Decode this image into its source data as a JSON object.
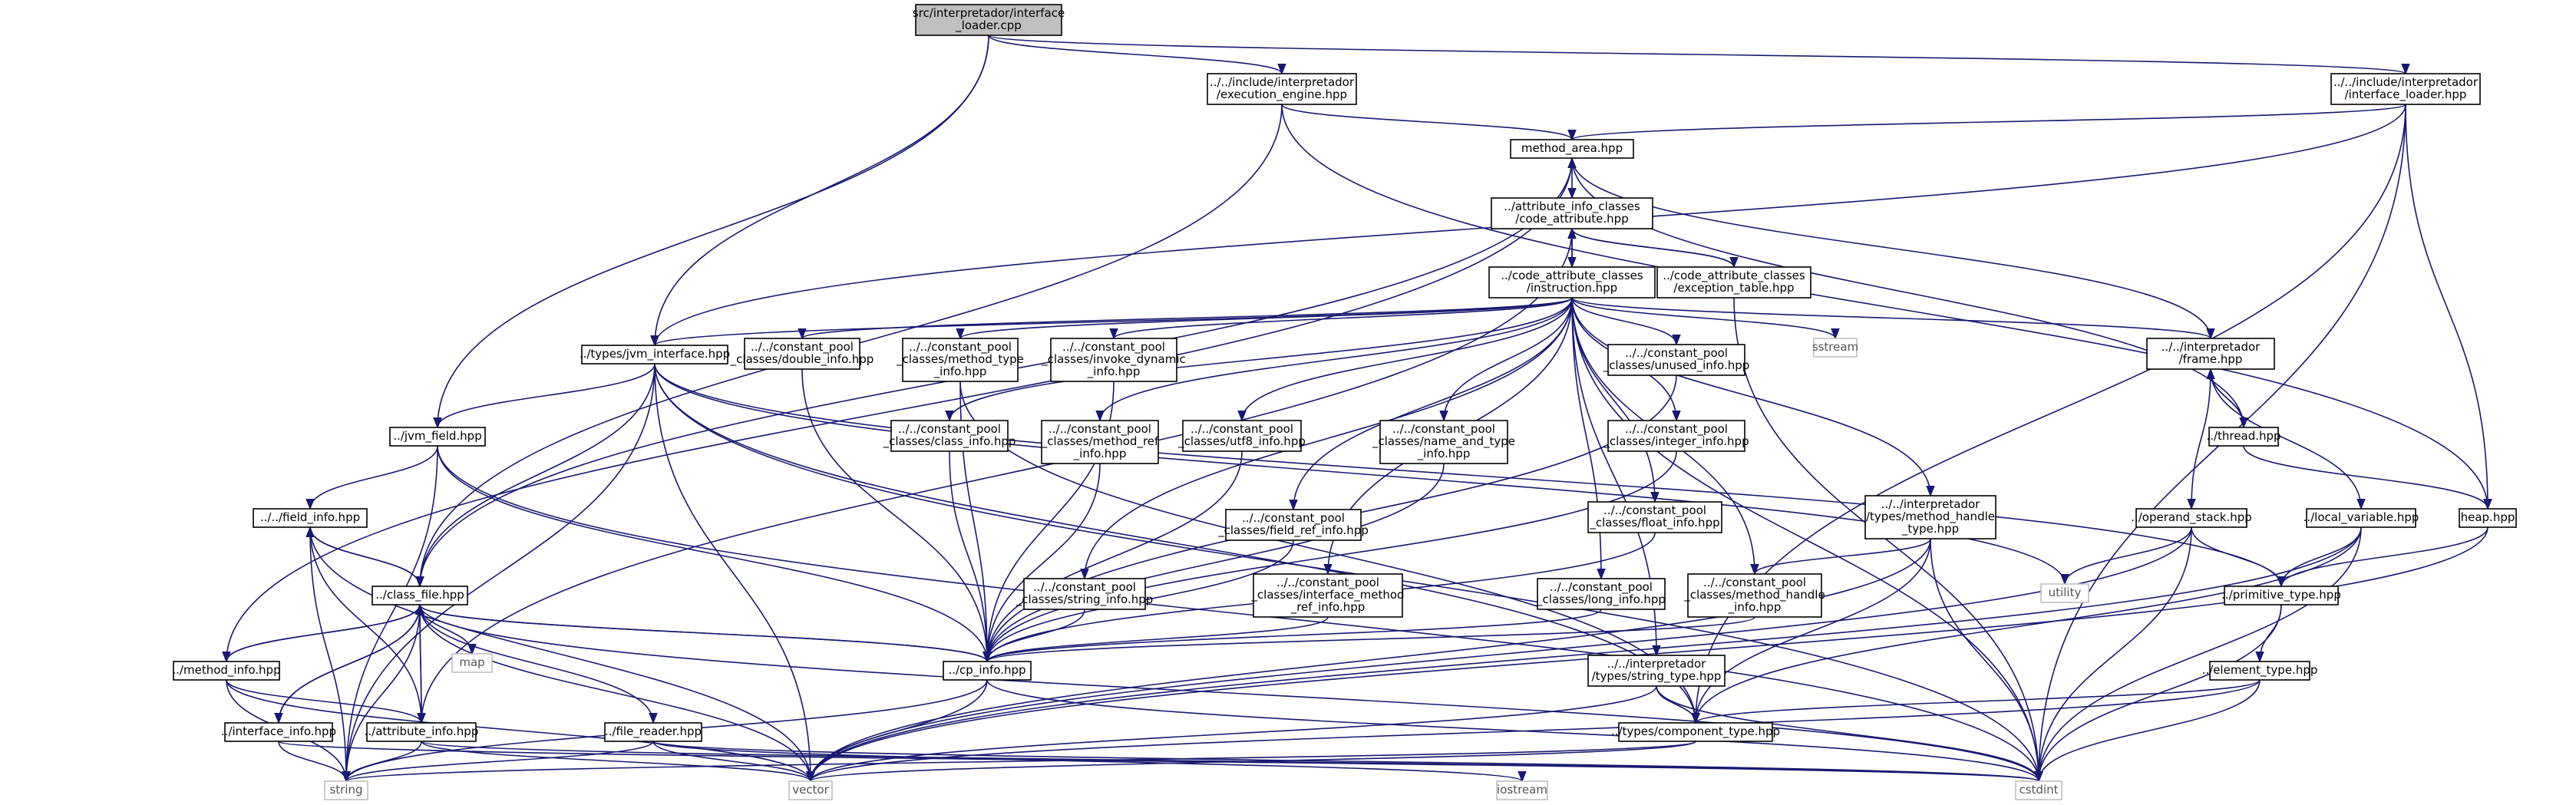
{
  "colors": {
    "edge": "#191970",
    "root_fill": "#bfbfbf",
    "node_border": "#000000",
    "system_border": "#bfbfbf"
  },
  "nodes": {
    "root": {
      "lines": [
        "src/interpretador/interface",
        "_loader.cpp"
      ]
    },
    "exec_engine": {
      "lines": [
        "../../include/interpretador",
        "/execution_engine.hpp"
      ]
    },
    "iface_loader": {
      "lines": [
        "../../include/interpretador",
        "/interface_loader.hpp"
      ]
    },
    "method_area": {
      "lines": [
        "method_area.hpp"
      ]
    },
    "code_attr": {
      "lines": [
        "../attribute_info_classes",
        "/code_attribute.hpp"
      ]
    },
    "instruction": {
      "lines": [
        "../code_attribute_classes",
        "/instruction.hpp"
      ]
    },
    "exception_table": {
      "lines": [
        "../code_attribute_classes",
        "/exception_table.hpp"
      ]
    },
    "jvm_interface": {
      "lines": [
        "../types/jvm_interface.hpp"
      ]
    },
    "double_info": {
      "lines": [
        "../../constant_pool",
        "_classes/double_info.hpp"
      ]
    },
    "method_type_info": {
      "lines": [
        "../../constant_pool",
        "_classes/method_type",
        "_info.hpp"
      ]
    },
    "invoke_dynamic": {
      "lines": [
        "../../constant_pool",
        "_classes/invoke_dynamic",
        "_info.hpp"
      ]
    },
    "sstream": {
      "lines": [
        "sstream"
      ]
    },
    "unused_info": {
      "lines": [
        "../../constant_pool",
        "_classes/unused_info.hpp"
      ]
    },
    "frame": {
      "lines": [
        "../../interpretador",
        "/frame.hpp"
      ]
    },
    "jvm_field": {
      "lines": [
        "../jvm_field.hpp"
      ]
    },
    "class_info": {
      "lines": [
        "../../constant_pool",
        "_classes/class_info.hpp"
      ]
    },
    "method_ref": {
      "lines": [
        "../../constant_pool",
        "_classes/method_ref",
        "_info.hpp"
      ]
    },
    "utf8_info": {
      "lines": [
        "../../constant_pool",
        "_classes/utf8_info.hpp"
      ]
    },
    "name_type": {
      "lines": [
        "../../constant_pool",
        "_classes/name_and_type",
        "_info.hpp"
      ]
    },
    "integer_info": {
      "lines": [
        "../../constant_pool",
        "_classes/integer_info.hpp"
      ]
    },
    "thread": {
      "lines": [
        "../thread.hpp"
      ]
    },
    "field_info": {
      "lines": [
        "../../field_info.hpp"
      ]
    },
    "field_ref": {
      "lines": [
        "../../constant_pool",
        "_classes/field_ref_info.hpp"
      ]
    },
    "float_info": {
      "lines": [
        "../../constant_pool",
        "_classes/float_info.hpp"
      ]
    },
    "method_handle_type": {
      "lines": [
        "../../interpretador",
        "/types/method_handle",
        "_type.hpp"
      ]
    },
    "operand_stack": {
      "lines": [
        "../operand_stack.hpp"
      ]
    },
    "local_variable": {
      "lines": [
        "../local_variable.hpp"
      ]
    },
    "heap": {
      "lines": [
        "heap.hpp"
      ]
    },
    "utility": {
      "lines": [
        "utility"
      ]
    },
    "class_file": {
      "lines": [
        "../class_file.hpp"
      ]
    },
    "string_info": {
      "lines": [
        "../../constant_pool",
        "_classes/string_info.hpp"
      ]
    },
    "iface_method_ref": {
      "lines": [
        "../../constant_pool",
        "_classes/interface_method",
        "_ref_info.hpp"
      ]
    },
    "long_info": {
      "lines": [
        "../../constant_pool",
        "_classes/long_info.hpp"
      ]
    },
    "method_handle_info": {
      "lines": [
        "../../constant_pool",
        "_classes/method_handle",
        "_info.hpp"
      ]
    },
    "primitive_type": {
      "lines": [
        "../primitive_type.hpp"
      ]
    },
    "map": {
      "lines": [
        "map"
      ]
    },
    "cp_info": {
      "lines": [
        "../cp_info.hpp"
      ]
    },
    "method_info": {
      "lines": [
        "../method_info.hpp"
      ]
    },
    "string_type": {
      "lines": [
        "../../interpretador",
        "/types/string_type.hpp"
      ]
    },
    "element_type": {
      "lines": [
        "../element_type.hpp"
      ]
    },
    "interface_info": {
      "lines": [
        "../interface_info.hpp"
      ]
    },
    "attribute_info": {
      "lines": [
        "../attribute_info.hpp"
      ]
    },
    "file_reader": {
      "lines": [
        "../file_reader.hpp"
      ]
    },
    "component_type": {
      "lines": [
        "../types/component_type.hpp"
      ]
    },
    "string": {
      "lines": [
        "string"
      ]
    },
    "vector": {
      "lines": [
        "vector"
      ]
    },
    "iostream": {
      "lines": [
        "iostream"
      ]
    },
    "cstdint": {
      "lines": [
        "cstdint"
      ]
    }
  }
}
